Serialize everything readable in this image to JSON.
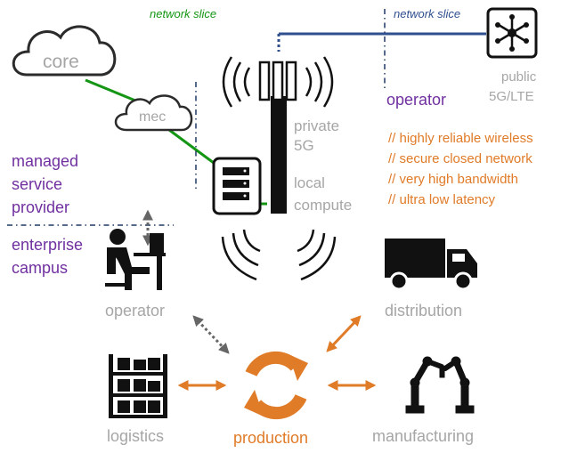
{
  "slices": {
    "private_slice": "network slice",
    "public_slice": "network slice"
  },
  "nodes": {
    "core": "core",
    "mec": "mec",
    "private_5g": [
      "private",
      "5G"
    ],
    "local_compute": [
      "local",
      "compute"
    ],
    "public_5g": [
      "public",
      "5G/LTE"
    ]
  },
  "operator_label": "operator",
  "features": [
    "// highly reliable wireless",
    "// secure closed network",
    "// very high bandwidth",
    "// ultra low latency"
  ],
  "managed_service_provider": [
    "managed",
    "service",
    "provider"
  ],
  "enterprise_campus": [
    "enterprise",
    "campus"
  ],
  "endpoints": {
    "operator": "operator",
    "distribution": "distribution",
    "logistics": "logistics",
    "production": "production",
    "manufacturing": "manufacturing"
  },
  "colors": {
    "green": "#149614",
    "blue": "#2f4f8f",
    "purple": "#7030a0",
    "orange": "#e07b28",
    "grey": "#a6a6a6",
    "black": "#111111"
  },
  "icons": {
    "tower": "cell-tower-icon",
    "hub": "network-hub-icon",
    "server": "server-icon",
    "worker": "desk-worker-icon",
    "truck": "truck-icon",
    "shelf": "warehouse-shelf-icon",
    "arms": "robot-arms-icon",
    "production": "cycle-arrows-icon"
  }
}
